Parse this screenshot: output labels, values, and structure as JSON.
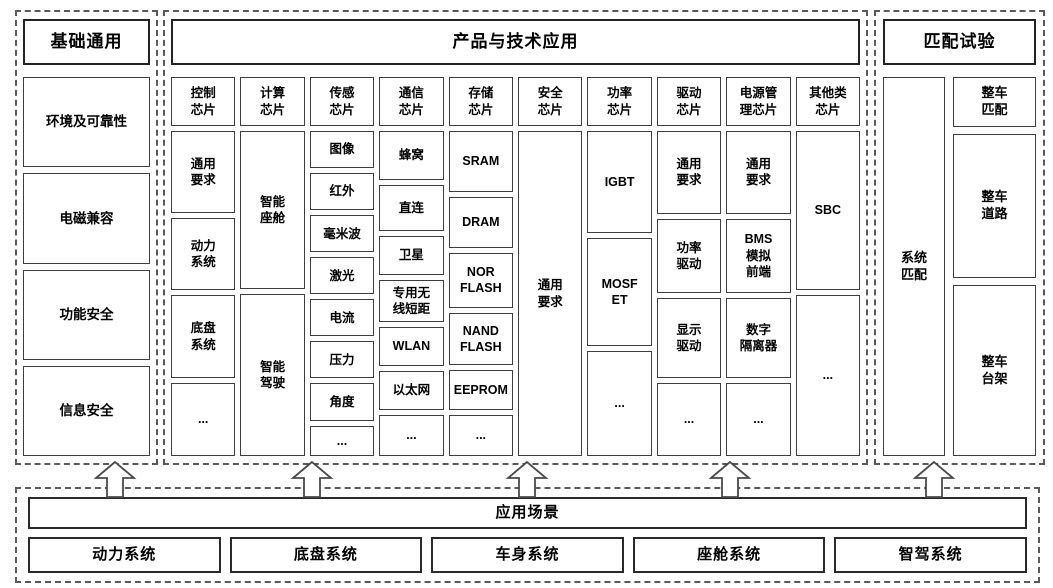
{
  "palette": {
    "background": "#ffffff",
    "box_border": "#3d3d3d",
    "dashed_border": "#5a5a5a",
    "text": "#000000"
  },
  "flow_arrows": {
    "direction": "up",
    "count": 5,
    "icon": "block-arrow-up"
  },
  "base_general": {
    "title": "基础通用",
    "items": [
      "环境及可靠性",
      "电磁兼容",
      "功能安全",
      "信息安全"
    ]
  },
  "products": {
    "title": "产品与技术应用",
    "columns": [
      {
        "header": "控制\n芯片",
        "items": [
          "通用\n要求",
          "动力\n系统",
          "底盘\n系统",
          "..."
        ]
      },
      {
        "header": "计算\n芯片",
        "items": [
          "智能\n座舱",
          "智能\n驾驶"
        ]
      },
      {
        "header": "传感\n芯片",
        "items": [
          "图像",
          "红外",
          "毫米波",
          "激光",
          "电流",
          "压力",
          "角度",
          "..."
        ]
      },
      {
        "header": "通信\n芯片",
        "items": [
          "蜂窝",
          "直连",
          "卫星",
          "专用无\n线短距",
          "WLAN",
          "以太网",
          "..."
        ]
      },
      {
        "header": "存储\n芯片",
        "items": [
          "SRAM",
          "DRAM",
          "NOR\nFLASH",
          "NAND\nFLASH",
          "EEPROM",
          "..."
        ]
      },
      {
        "header": "安全\n芯片",
        "items": [
          "通用\n要求"
        ]
      },
      {
        "header": "功率\n芯片",
        "items": [
          "IGBT",
          "MOSF\nET",
          "..."
        ]
      },
      {
        "header": "驱动\n芯片",
        "items": [
          "通用\n要求",
          "功率\n驱动",
          "显示\n驱动",
          "..."
        ]
      },
      {
        "header": "电源管\n理芯片",
        "items": [
          "通用\n要求",
          "BMS\n模拟\n前端",
          "数字\n隔离器",
          "..."
        ]
      },
      {
        "header": "其他类\n芯片",
        "items": [
          "SBC",
          "..."
        ]
      }
    ]
  },
  "matching_test": {
    "title": "匹配试验",
    "left_item": "系统\n匹配",
    "right_items": [
      "整车\n匹配",
      "整车\n道路",
      "整车\n台架"
    ]
  },
  "application": {
    "title": "应用场景",
    "scenarios": [
      "动力系统",
      "底盘系统",
      "车身系统",
      "座舱系统",
      "智驾系统"
    ]
  }
}
